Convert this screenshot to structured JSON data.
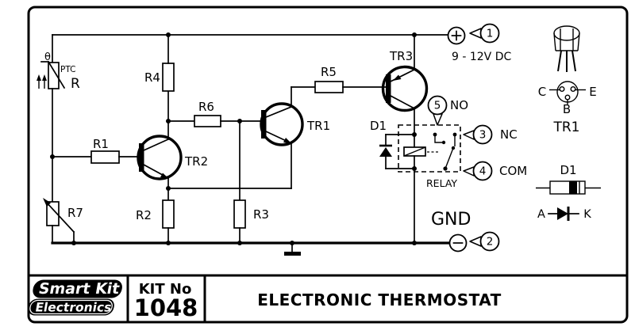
{
  "schematic": {
    "labels": {
      "theta": "θ",
      "ptc": "PTC",
      "ptc_ref": "R",
      "r1": "R1",
      "r2": "R2",
      "r3": "R3",
      "r4": "R4",
      "r5": "R5",
      "r6": "R6",
      "r7": "R7",
      "tr1": "TR1",
      "tr2": "TR2",
      "tr3": "TR3",
      "d1": "D1",
      "relay": "RELAY",
      "gnd": "GND"
    },
    "terminals": {
      "supply": "9 - 12V DC",
      "t1": "1",
      "t2": "2",
      "t3": "3",
      "t4": "4",
      "t5": "5",
      "no": "NO",
      "nc": "NC",
      "com": "COM"
    }
  },
  "panel": {
    "pin_c": "C",
    "pin_e": "E",
    "pin_b": "B",
    "transistor": "TR1",
    "diode": "D1",
    "anode": "A",
    "cathode": "K"
  },
  "footer": {
    "logo_line1": "Smart Kit",
    "logo_line2": "Electronics",
    "kit_label": "KIT No",
    "kit_number": "1048",
    "title": "ELECTRONIC THERMOSTAT"
  }
}
